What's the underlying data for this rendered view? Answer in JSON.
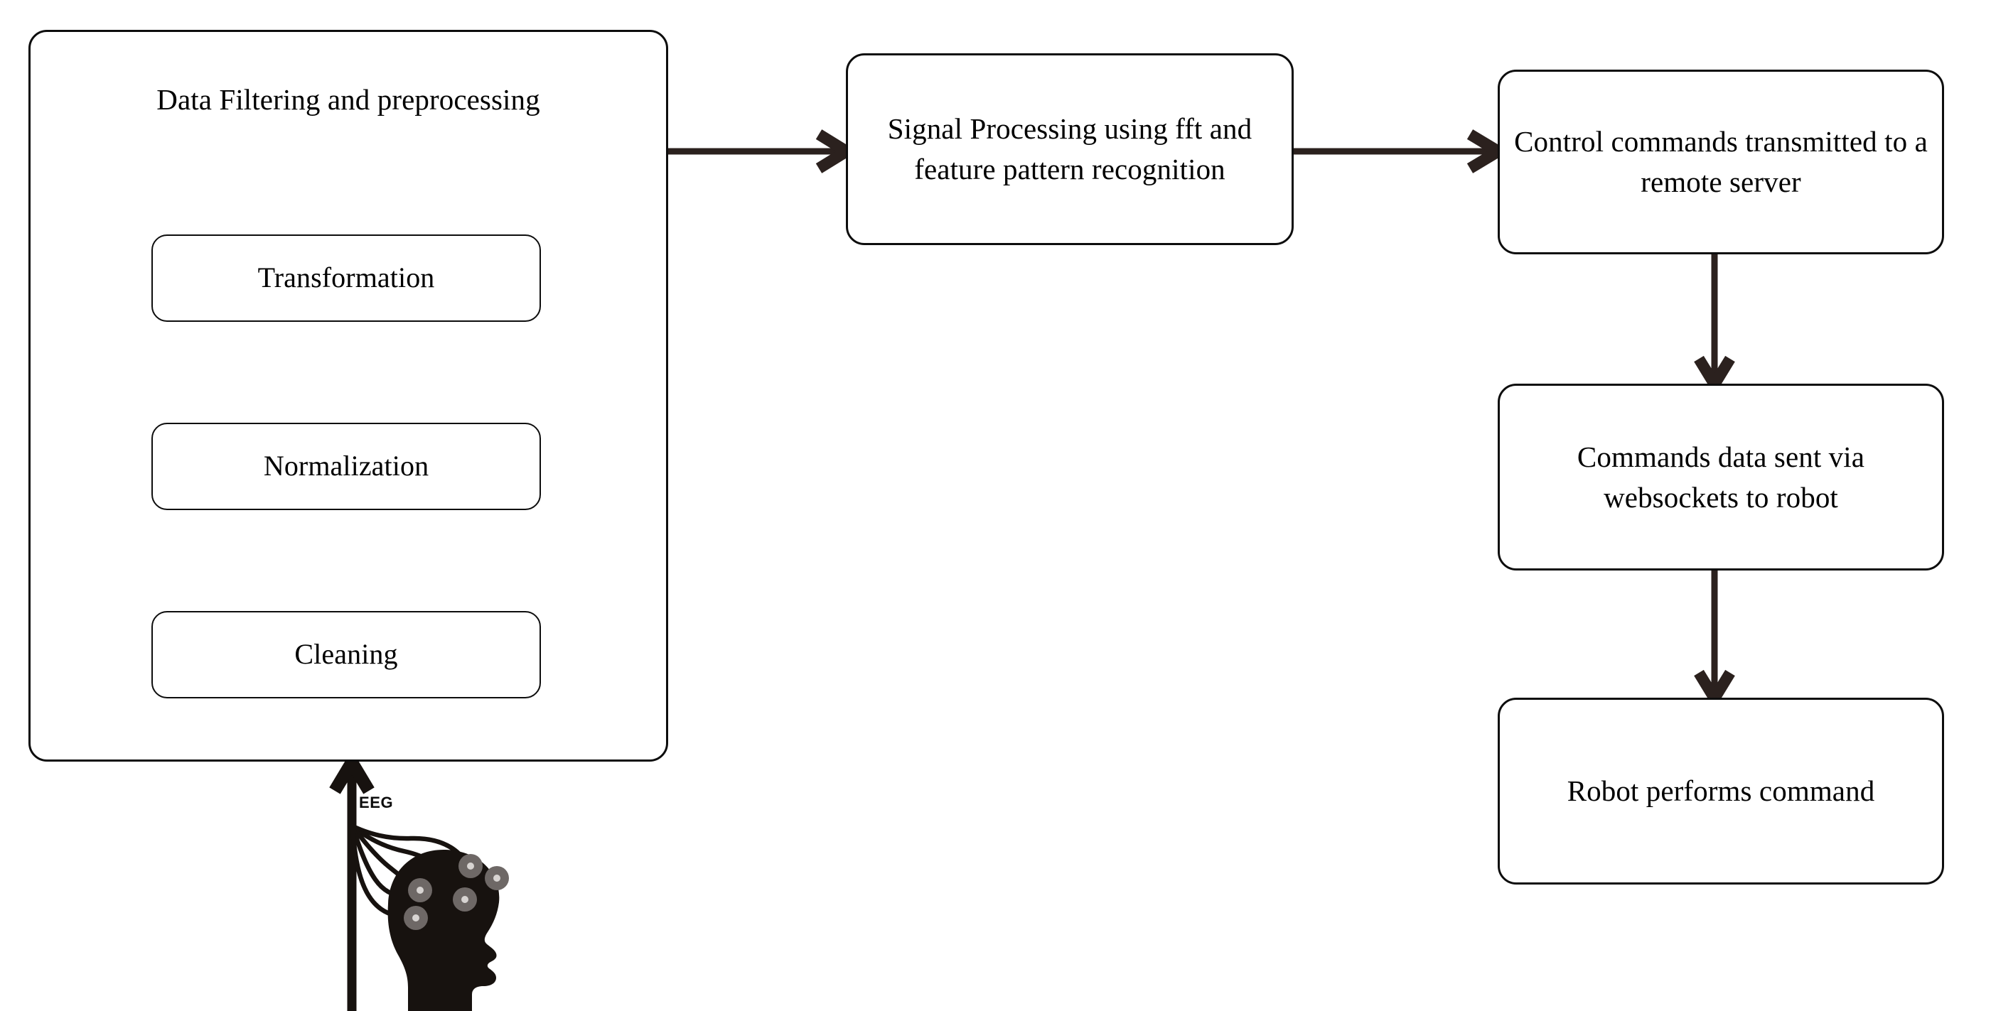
{
  "diagram": {
    "title": "EEG brain-computer interface robot control pipeline",
    "background_color": "#ffffff",
    "stroke_color": "#0d0d0d",
    "arrow_color": "#2b211e",
    "electrode_color": "#6e6866"
  },
  "preprocessing_container": {
    "label": "Data Filtering and preprocessing",
    "inner_nodes": [
      {
        "id": "transformation",
        "label": "Transformation"
      },
      {
        "id": "normalization",
        "label": "Normalization"
      },
      {
        "id": "cleaning",
        "label": "Cleaning"
      }
    ]
  },
  "nodes": {
    "signal_processing": {
      "label": "Signal Processing using fft and feature pattern recognition"
    },
    "control_commands": {
      "label": "Control commands transmitted to a remote server"
    },
    "websockets": {
      "label": "Commands data sent via websockets to robot"
    },
    "robot_performs": {
      "label": "Robot performs command"
    }
  },
  "eeg": {
    "label": "EEG",
    "electrode_count": 5,
    "caption": "EEG headset on human head profile"
  },
  "edges": [
    {
      "id": "eeg-to-preprocessing",
      "from": "eeg",
      "to": "preprocessing_container",
      "direction": "up",
      "label": "EEG"
    },
    {
      "id": "cleaning-to-normalization",
      "from": "cleaning",
      "to": "normalization",
      "direction": "up",
      "label": ""
    },
    {
      "id": "normalization-to-transformation",
      "from": "normalization",
      "to": "transformation",
      "direction": "up",
      "label": ""
    },
    {
      "id": "preprocessing-to-signal-processing",
      "from": "preprocessing_container",
      "to": "signal_processing",
      "direction": "right",
      "label": ""
    },
    {
      "id": "signal-processing-to-control-commands",
      "from": "signal_processing",
      "to": "control_commands",
      "direction": "right",
      "label": ""
    },
    {
      "id": "control-commands-to-websockets",
      "from": "control_commands",
      "to": "websockets",
      "direction": "down",
      "label": ""
    },
    {
      "id": "websockets-to-robot-performs",
      "from": "websockets",
      "to": "robot_performs",
      "direction": "down",
      "label": ""
    }
  ]
}
